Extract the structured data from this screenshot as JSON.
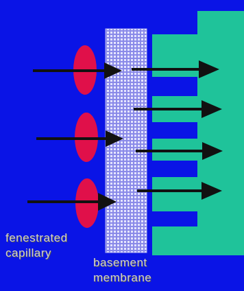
{
  "caption": "",
  "labels": {
    "capillary": [
      "fenestrated",
      "capillary"
    ],
    "membrane": [
      "basement",
      "membrane"
    ]
  },
  "colors": {
    "background": "#0a14e6",
    "green": "#1fc39a",
    "membrane": "#c8c8f0",
    "ellipse": "#e0104a",
    "arrow": "#111111",
    "label": "#cfcfcf"
  },
  "icons": {
    "inflow_arrow": "arrow-right-icon",
    "pore": "ellipse-icon",
    "outflow_arrow": "arrow-right-icon"
  }
}
